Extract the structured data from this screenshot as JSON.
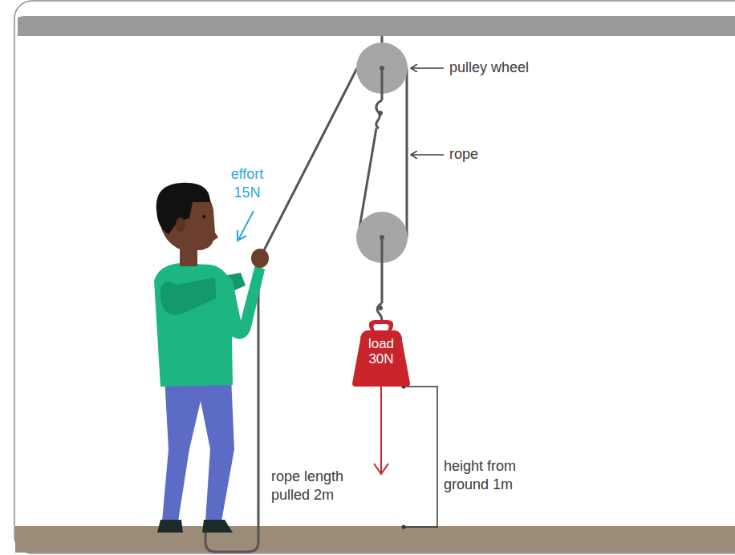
{
  "diagram": {
    "nodes": [
      {
        "text": [
          "load 30N"
        ]
      }
    ],
    "labels": [
      "pulley wheel",
      "rope",
      "effort 15N",
      "height from ground 1m",
      "rope length pulled 2m"
    ]
  }
}
